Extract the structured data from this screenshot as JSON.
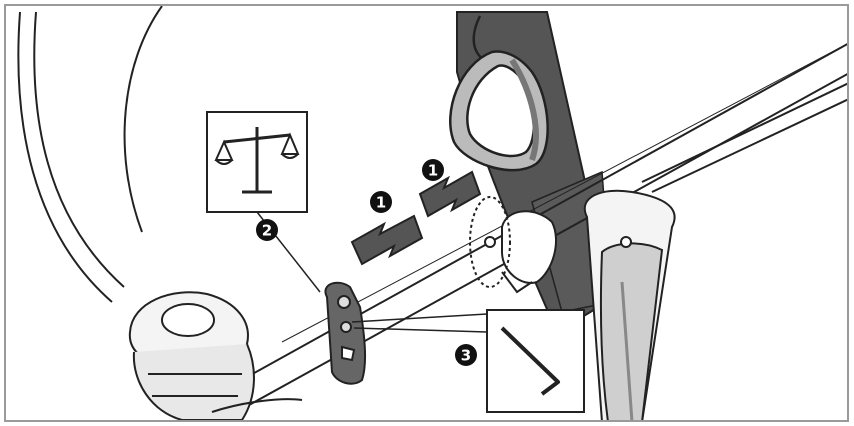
{
  "callouts": [
    {
      "label": "1"
    },
    {
      "label": "1"
    },
    {
      "label": "2"
    },
    {
      "label": "3"
    }
  ],
  "icons": [
    "balance-scale-icon",
    "hex-key-icon",
    "move-arrow-icon"
  ],
  "colors": {
    "line": "#222222",
    "shade_dark": "#555555",
    "shade_mid": "#8a8a8a",
    "shade_light": "#cfcfcf",
    "frame": "#9a9a9a"
  }
}
